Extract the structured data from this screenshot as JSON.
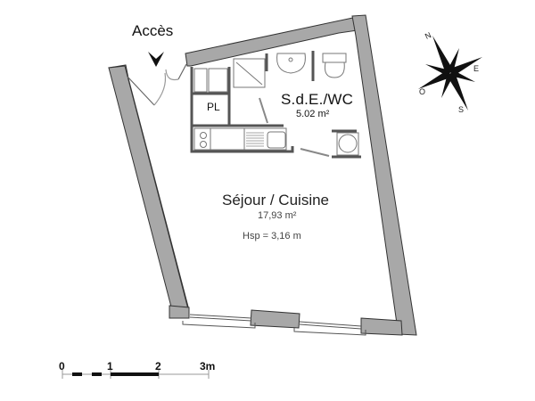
{
  "plan": {
    "entrance_label": "Accès",
    "rooms": [
      {
        "name": "S.d.E./WC",
        "area": "5.02 m²"
      },
      {
        "name": "Séjour / Cuisine",
        "area": "17,93 m²",
        "ceiling_height": "Hsp =  3,16 m"
      }
    ],
    "closet_label": "PL"
  },
  "compass": {
    "north": "N",
    "east": "E",
    "south": "S",
    "west": "O"
  },
  "scale_bar": {
    "ticks": [
      "0",
      "1",
      "2",
      "3m"
    ]
  },
  "colors": {
    "wall": "#a8a8a8",
    "wall_stroke": "#333333",
    "fixture": "#777777"
  }
}
